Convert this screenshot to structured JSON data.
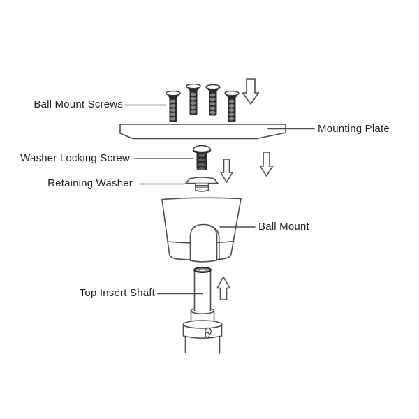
{
  "labels": {
    "ball_mount_screws": "Ball Mount Screws",
    "mounting_plate": "Mounting Plate",
    "washer_locking_screw": "Washer Locking Screw",
    "retaining_washer": "Retaining Washer",
    "ball_mount": "Ball Mount",
    "top_insert_shaft": "Top Insert Shaft"
  },
  "parts": {
    "screw_count": 4,
    "down_arrow_count": 3,
    "up_arrow_count": 1
  },
  "icons": {
    "down_arrow": "down-arrow-icon",
    "up_arrow": "up-arrow-icon"
  },
  "colors": {
    "line": "#4d4d4d",
    "screw_fill": "#2b2b2b",
    "thread_highlight": "#858585",
    "part_fill": "#ffffff",
    "text": "#1f1f1f",
    "background": "#ffffff"
  }
}
